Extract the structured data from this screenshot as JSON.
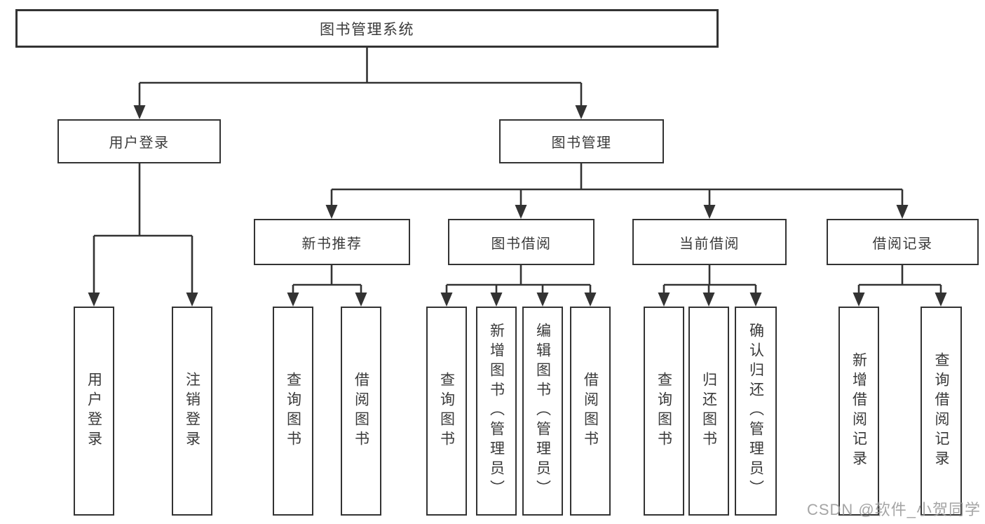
{
  "diagram": {
    "title": "图书管理系统",
    "level2": {
      "user_login": "用户登录",
      "book_management": "图书管理"
    },
    "level3": {
      "new_book_recommend": "新书推荐",
      "book_borrow": "图书借阅",
      "current_borrow": "当前借阅",
      "borrow_record": "借阅记录"
    },
    "leaves": {
      "user_login": [
        "用户登录",
        "注销登录"
      ],
      "new_book_recommend": [
        "查询图书",
        "借阅图书"
      ],
      "book_borrow": [
        "查询图书",
        "新增图书（管理员）",
        "编辑图书（管理员）",
        "借阅图书"
      ],
      "current_borrow": [
        "查询图书",
        "归还图书",
        "确认归还（管理员）"
      ],
      "borrow_record": [
        "新增借阅记录",
        "查询借阅记录"
      ]
    }
  },
  "watermark": "CSDN @软件_小贺同学",
  "colors": {
    "line": "#333333",
    "text": "#3a3a3a",
    "watermark": "#999999",
    "background": "#ffffff"
  }
}
